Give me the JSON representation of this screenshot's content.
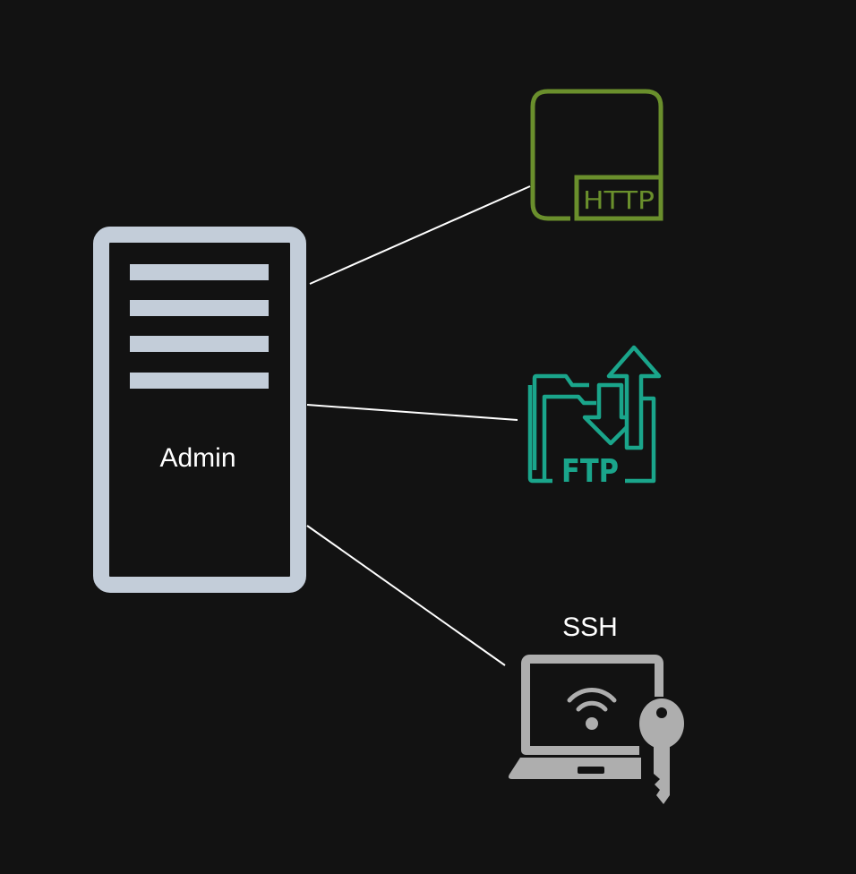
{
  "colors": {
    "background": "#121212",
    "server": "#c3cdd9",
    "http": "#6a8f2c",
    "ftp": "#1aa58b",
    "ssh": "#aeaeae",
    "connector": "#ffffff",
    "label": "#ffffff"
  },
  "nodes": {
    "server": {
      "label": "Admin",
      "icon": "server-icon"
    },
    "http": {
      "badge": "HTTP",
      "icon": "http-icon"
    },
    "ftp": {
      "badge": "FTP",
      "icon": "ftp-icon"
    },
    "ssh": {
      "label": "SSH",
      "icon": "ssh-laptop-key-icon"
    }
  },
  "edges": [
    {
      "from": "server",
      "to": "http"
    },
    {
      "from": "server",
      "to": "ftp"
    },
    {
      "from": "server",
      "to": "ssh"
    }
  ]
}
